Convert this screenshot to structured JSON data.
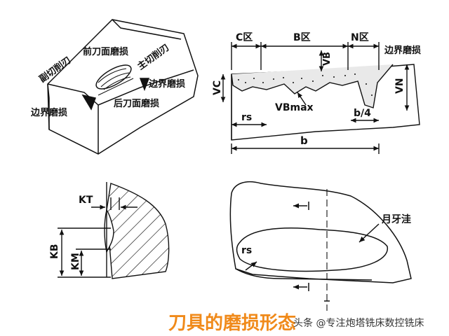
{
  "title": "刀具的磨损形态",
  "watermark": "头条 @专注炮塔铣床数控铣床",
  "colors": {
    "title": "#f08a1a",
    "line": "#111111",
    "background": "#ffffff"
  },
  "insert_view": {
    "front_face_wear": "前刀面磨损",
    "major_cutting_edge": "主切削刃",
    "minor_cutting_edge": "副切削刃",
    "notch_wear_right": "边界磨损",
    "notch_wear_left": "边界磨损",
    "flank_wear": "后刀面磨损"
  },
  "flank_wear_view": {
    "zone_c": "C区",
    "zone_b": "B区",
    "zone_n": "N区",
    "notch_wear": "边界磨损",
    "vb": "VB",
    "vc": "VC",
    "vn": "VN",
    "vbmax": "VBmax",
    "rs": "rs",
    "b_quarter": "b/4",
    "b": "b"
  },
  "crater_section": {
    "kt": "KT",
    "kb": "KB",
    "km": "KM"
  },
  "crater_top_view": {
    "crater": "月牙洼",
    "rs": "rs"
  }
}
